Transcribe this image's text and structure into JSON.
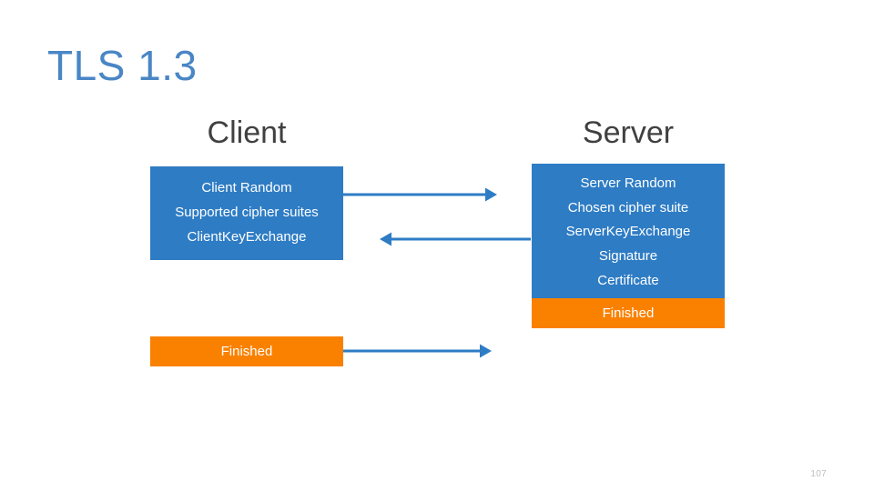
{
  "slide": {
    "title": "TLS 1.3",
    "page_number": "107",
    "accent_blue": "#2e7cc4",
    "accent_orange": "#fa8100",
    "title_color": "#4a86c5",
    "heading_color": "#404040"
  },
  "columns": {
    "client_heading": "Client",
    "server_heading": "Server"
  },
  "client": {
    "hello_box": {
      "lines": [
        "Client Random",
        "Supported cipher suites",
        "ClientKeyExchange"
      ],
      "color": "#2e7cc4"
    },
    "finished_box": {
      "label": "Finished",
      "color": "#fa8100"
    }
  },
  "server": {
    "hello_box": {
      "lines": [
        "Server Random",
        "Chosen cipher suite",
        "ServerKeyExchange",
        "Signature",
        "Certificate"
      ],
      "color": "#2e7cc4"
    },
    "finished_box": {
      "label": "Finished",
      "color": "#fa8100"
    }
  },
  "arrows": [
    {
      "name": "client-to-server-hello",
      "direction": "right",
      "color": "#2e7cc4"
    },
    {
      "name": "server-to-client-hello",
      "direction": "left",
      "color": "#2e7cc4"
    },
    {
      "name": "client-to-server-finished",
      "direction": "right",
      "color": "#2e7cc4"
    }
  ]
}
